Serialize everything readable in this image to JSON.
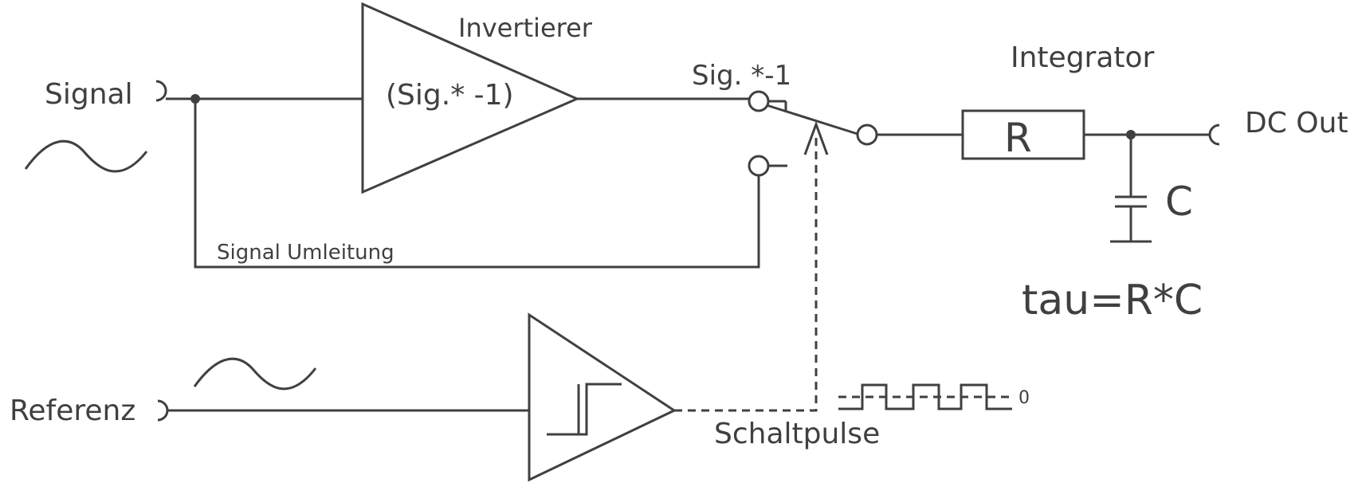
{
  "labels": {
    "inverter_title": "Invertierer",
    "inverter_formula": "(Sig.* -1)",
    "signal_input": "Signal",
    "switch_inverted": "Sig. *-1",
    "integrator_title": "Integrator",
    "resistor": "R",
    "capacitor": "C",
    "dc_out": "DC Out",
    "signal_bypass": "Signal Umleitung",
    "tau_formula": "tau=R*C",
    "reference_input": "Referenz",
    "switch_pulses": "Schaltpulse",
    "pulse_zero": "0"
  },
  "colors": {
    "line": "#404040",
    "background": "#ffffff"
  }
}
